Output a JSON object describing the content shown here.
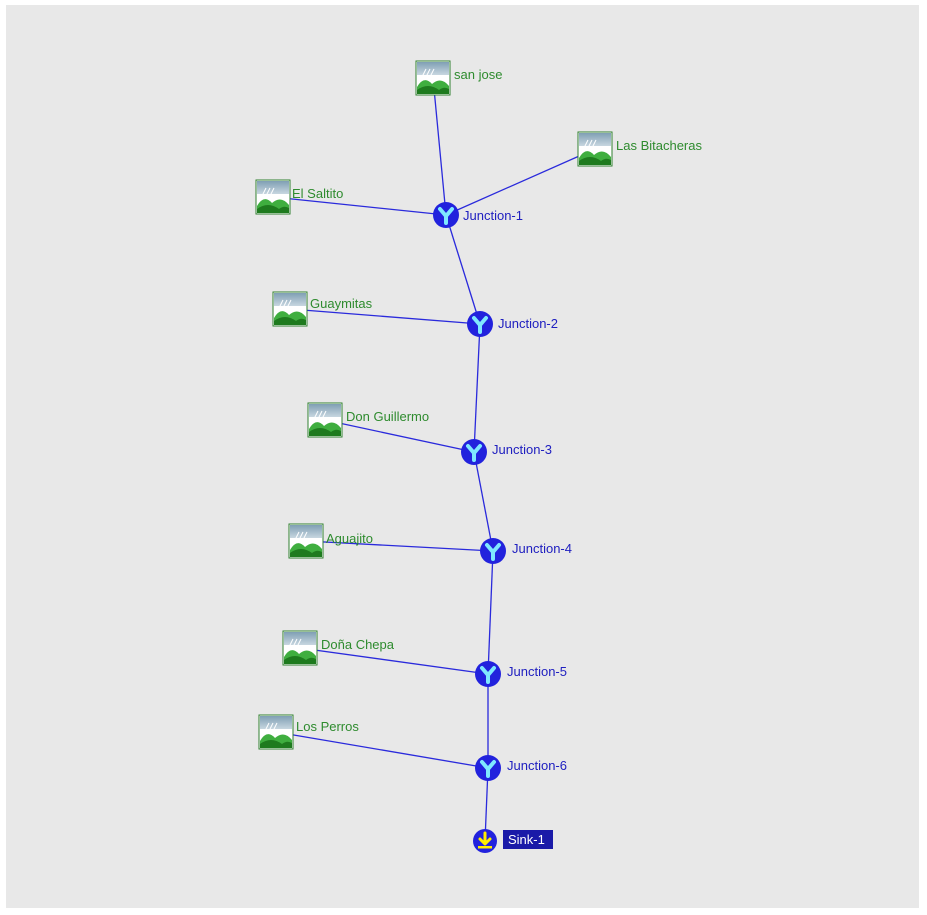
{
  "basin_model": {
    "colors": {
      "reach_line": "#2a2adc",
      "junction_fill": "#2222dd",
      "junction_symbol": "#7fe8ff",
      "subbasin_label": "#2e8b2e",
      "element_label": "#2020c0",
      "sink_symbol": "#ffee00",
      "selected_bg": "#1a1aa8",
      "selected_text": "#ffffff"
    },
    "subbasins": [
      {
        "id": "san-jose",
        "label": "san jose",
        "icon": "subbasin-icon",
        "connects_to": "junction-1"
      },
      {
        "id": "las-bitacheras",
        "label": "Las Bitacheras",
        "icon": "subbasin-icon",
        "connects_to": "junction-1"
      },
      {
        "id": "el-saltito",
        "label": "El Saltito",
        "icon": "subbasin-icon",
        "connects_to": "junction-1"
      },
      {
        "id": "guaymitas",
        "label": "Guaymitas",
        "icon": "subbasin-icon",
        "connects_to": "junction-2"
      },
      {
        "id": "don-guillermo",
        "label": "Don Guillermo",
        "icon": "subbasin-icon",
        "connects_to": "junction-3"
      },
      {
        "id": "aguajito",
        "label": "Aguajito",
        "icon": "subbasin-icon",
        "connects_to": "junction-4"
      },
      {
        "id": "dona-chepa",
        "label": "Doña Chepa",
        "icon": "subbasin-icon",
        "connects_to": "junction-5"
      },
      {
        "id": "los-perros",
        "label": "Los Perros",
        "icon": "subbasin-icon",
        "connects_to": "junction-6"
      }
    ],
    "junctions": [
      {
        "id": "junction-1",
        "label": "Junction-1",
        "icon": "junction-icon",
        "connects_to": "junction-2"
      },
      {
        "id": "junction-2",
        "label": "Junction-2",
        "icon": "junction-icon",
        "connects_to": "junction-3"
      },
      {
        "id": "junction-3",
        "label": "Junction-3",
        "icon": "junction-icon",
        "connects_to": "junction-4"
      },
      {
        "id": "junction-4",
        "label": "Junction-4",
        "icon": "junction-icon",
        "connects_to": "junction-5"
      },
      {
        "id": "junction-5",
        "label": "Junction-5",
        "icon": "junction-icon",
        "connects_to": "junction-6"
      },
      {
        "id": "junction-6",
        "label": "Junction-6",
        "icon": "junction-icon",
        "connects_to": "sink-1"
      }
    ],
    "sink": {
      "id": "sink-1",
      "label": "Sink-1",
      "icon": "sink-icon",
      "selected": true
    }
  }
}
